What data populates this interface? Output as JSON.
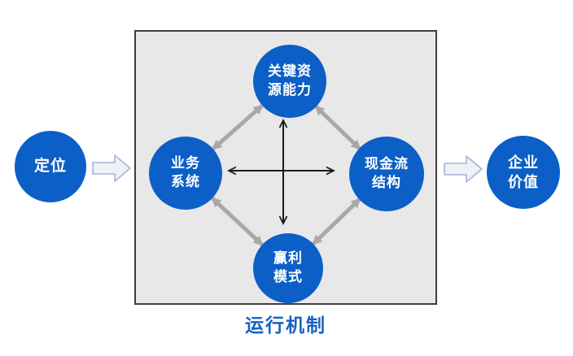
{
  "colors": {
    "node_blue": "#0B5FC7",
    "node_text": "#FFFFFF",
    "box_fill": "#E8E8E8",
    "box_border": "#3D3D3D",
    "gray_arrow": "#A8A8A8",
    "black_arrow": "#1A1A1A",
    "flow_arrow_fill": "#EFF1F7",
    "flow_arrow_stroke": "#A3B3DB",
    "caption_blue": "#1562C4",
    "page_bg": "#FFFFFF"
  },
  "diagram": {
    "caption": "运行机制",
    "nodes": {
      "positioning": "定位",
      "key_resources": "关键资\n源能力",
      "business_system": "业务\n系统",
      "cashflow_structure": "现金流\n结构",
      "profit_model": "赢利\n模式",
      "enterprise_value": "企业\n价值"
    }
  }
}
